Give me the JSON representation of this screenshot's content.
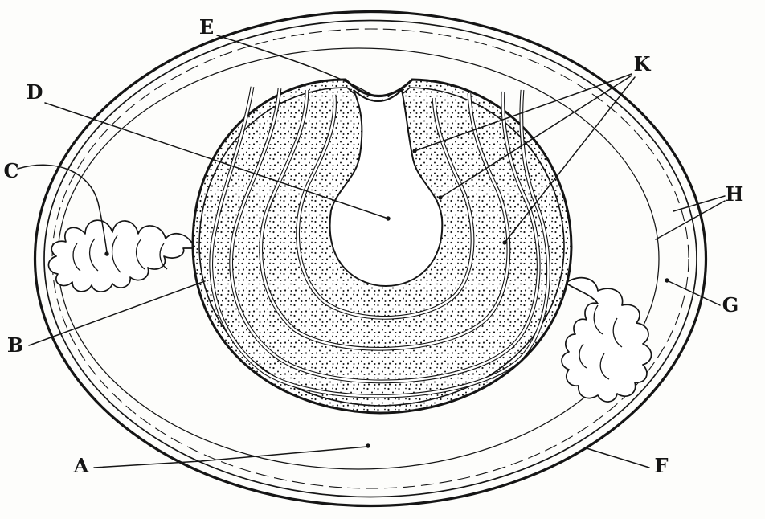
{
  "figure": {
    "kind": "anatomical-line-diagram",
    "subject": "longitudinal section of a hen's egg with lettered parts",
    "colors": {
      "ink": "#151515",
      "paper": "#fdfdfb",
      "yolk_fill": "stippled-dots"
    },
    "labels": [
      {
        "id": "A",
        "text": "A"
      },
      {
        "id": "B",
        "text": "B"
      },
      {
        "id": "C",
        "text": "C"
      },
      {
        "id": "D",
        "text": "D"
      },
      {
        "id": "E",
        "text": "E"
      },
      {
        "id": "F",
        "text": "F"
      },
      {
        "id": "G",
        "text": "G"
      },
      {
        "id": "H",
        "text": "H"
      },
      {
        "id": "K",
        "text": "K"
      }
    ]
  }
}
